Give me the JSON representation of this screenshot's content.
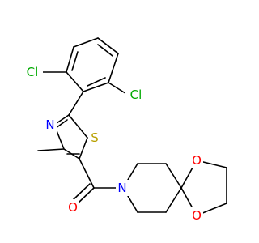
{
  "molecule": {
    "atoms": [
      {
        "id": "cl1",
        "label": "Cl",
        "color": "#00aa00"
      },
      {
        "id": "cl2",
        "label": "Cl",
        "color": "#00aa00"
      },
      {
        "id": "n1",
        "label": "N",
        "color": "#0000ff"
      },
      {
        "id": "s1",
        "label": "S",
        "color": "#b8a000"
      },
      {
        "id": "n2",
        "label": "N",
        "color": "#0000ff"
      },
      {
        "id": "o1",
        "label": "O",
        "color": "#ff0000"
      },
      {
        "id": "o2",
        "label": "O",
        "color": "#ff0000"
      },
      {
        "id": "o3",
        "label": "O",
        "color": "#ff0000"
      }
    ]
  }
}
